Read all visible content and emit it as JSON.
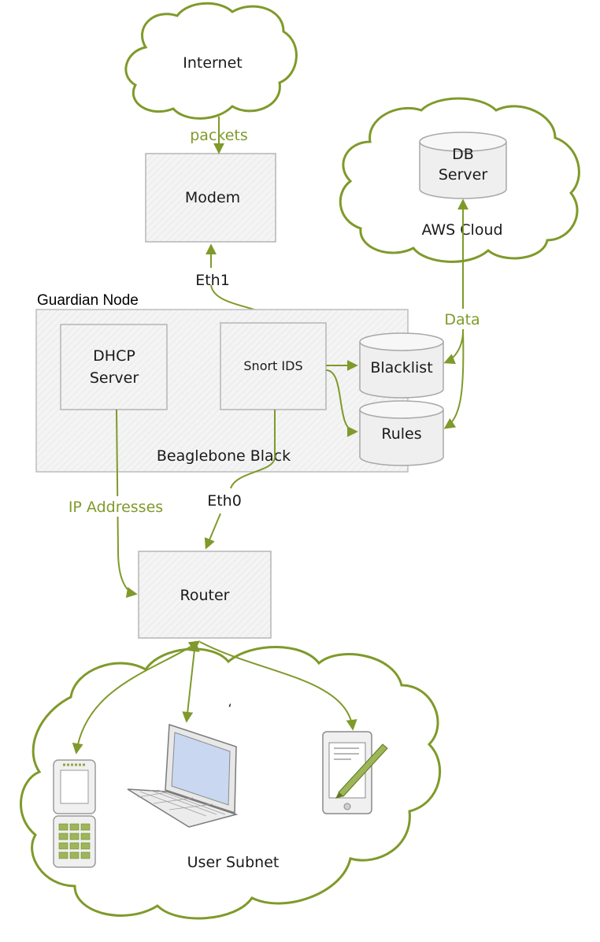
{
  "nodes": {
    "internet": "Internet",
    "modem": "Modem",
    "guardian_node": "Guardian Node",
    "dhcp_server": "DHCP Server",
    "snort_ids": "Snort IDS",
    "beaglebone": "Beaglebone Black",
    "blacklist": "Blacklist",
    "rules": "Rules",
    "db_server": "DB Server",
    "aws_cloud": "AWS Cloud",
    "router": "Router",
    "user_subnet": "User Subnet"
  },
  "edges": {
    "packets": "packets",
    "eth1": "Eth1",
    "eth0": "Eth0",
    "data": "Data",
    "ip_addresses": "IP Addresses"
  },
  "colors": {
    "accent": "#7f9a2a",
    "box_border": "#b5b5b5"
  }
}
